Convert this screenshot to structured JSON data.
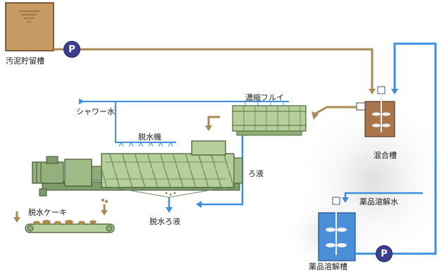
{
  "labels": {
    "sludge_tank": "汚泥貯留槽",
    "thickening_screen": "濃縮フルイ",
    "shower_water": "シャワー水",
    "dewatering_machine": "脱水機",
    "filtrate": "ろ液",
    "mixing_tank": "混合槽",
    "chemical_water": "薬品溶解水",
    "dewatered_filtrate": "脱水ろ液",
    "dewatered_cake": "脱水ケーキ",
    "chemical_tank": "薬品溶解槽"
  },
  "pumps": {
    "sludge_pump": "P",
    "chemical_pump": "P"
  },
  "colors": {
    "sludge_line": "#a88a55",
    "water_line": "#3b8fdc",
    "sludge_fill": "#b98a57",
    "machine_green": "#b4cf9a",
    "machine_dark": "#7e9c6a",
    "pump": "#3b3f8f",
    "chemical_fill": "#4a8fd8"
  }
}
